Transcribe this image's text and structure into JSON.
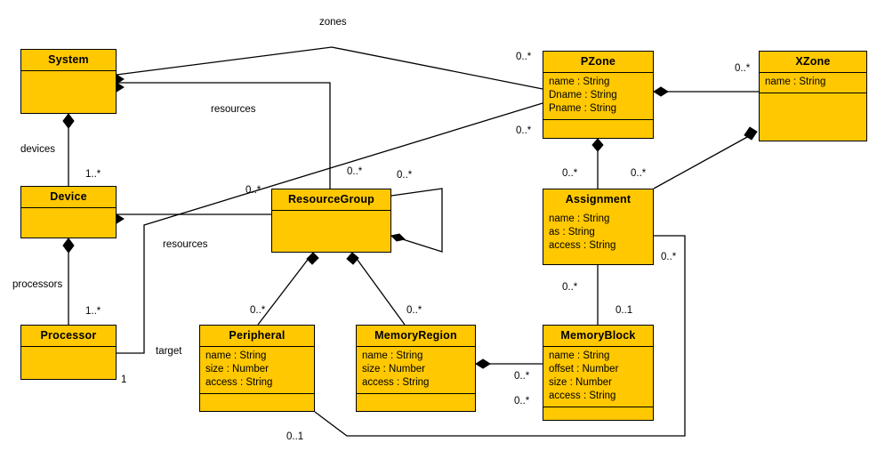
{
  "diagram": {
    "title": "UML class diagram",
    "colors": {
      "class_fill": "#FFC800",
      "line": "#000000",
      "text": "#000000",
      "background": "#FFFFFF"
    },
    "classes": [
      {
        "id": "system",
        "name": "System",
        "attributes": [],
        "operations": []
      },
      {
        "id": "device",
        "name": "Device",
        "attributes": [],
        "operations": []
      },
      {
        "id": "processor",
        "name": "Processor",
        "attributes": [],
        "operations": []
      },
      {
        "id": "resourcegroup",
        "name": "ResourceGroup",
        "attributes": [],
        "operations": []
      },
      {
        "id": "pzone",
        "name": "PZone",
        "attributes": [
          "name : String",
          "Dname : String",
          "Pname : String"
        ],
        "operations": []
      },
      {
        "id": "xzone",
        "name": "XZone",
        "attributes": [
          "name : String"
        ],
        "operations": []
      },
      {
        "id": "assignment",
        "name": "Assignment",
        "attributes": [
          "name : String",
          "as : String",
          "access : String"
        ],
        "operations": []
      },
      {
        "id": "peripheral",
        "name": "Peripheral",
        "attributes": [
          "name : String",
          "size : Number",
          "access : String"
        ],
        "operations": []
      },
      {
        "id": "memoryregion",
        "name": "MemoryRegion",
        "attributes": [
          "name : String",
          "size : Number",
          "access : String"
        ],
        "operations": []
      },
      {
        "id": "memoryblock",
        "name": "MemoryBlock",
        "attributes": [
          "name : String",
          "offset : Number",
          "size : Number",
          "access : String"
        ],
        "operations": []
      }
    ],
    "association_labels": [
      {
        "id": "zones",
        "text": "zones"
      },
      {
        "id": "resources-system",
        "text": "resources"
      },
      {
        "id": "devices",
        "text": "devices"
      },
      {
        "id": "processors",
        "text": "processors"
      },
      {
        "id": "resources-device",
        "text": "resources"
      },
      {
        "id": "target",
        "text": "target"
      }
    ],
    "multiplicities": [
      {
        "id": "mult-devices-device",
        "text": "1..*"
      },
      {
        "id": "mult-processors-processor",
        "text": "1..*"
      },
      {
        "id": "mult-processor-target",
        "text": "1"
      },
      {
        "id": "mult-rg-left",
        "text": "0..*"
      },
      {
        "id": "mult-rg-top",
        "text": "0..*"
      },
      {
        "id": "mult-rg-self",
        "text": "0..*"
      },
      {
        "id": "mult-pzone-top",
        "text": "0..*"
      },
      {
        "id": "mult-pzone-bottom",
        "text": "0..*"
      },
      {
        "id": "mult-xzone-left",
        "text": "0..*"
      },
      {
        "id": "mult-assignment-top-left",
        "text": "0..*"
      },
      {
        "id": "mult-assignment-top-right",
        "text": "0..*"
      },
      {
        "id": "mult-assignment-right",
        "text": "0..*"
      },
      {
        "id": "mult-assignment-bottom-left",
        "text": "0..*"
      },
      {
        "id": "mult-memoryblock-top",
        "text": "0..1"
      },
      {
        "id": "mult-peripheral-top",
        "text": "0..*"
      },
      {
        "id": "mult-memoryregion-top",
        "text": "0..*"
      },
      {
        "id": "mult-memoryblock-left",
        "text": "0..*"
      },
      {
        "id": "mult-memoryblock-bottom-left",
        "text": "0..*"
      },
      {
        "id": "mult-peripheral-bottom",
        "text": "0..1"
      }
    ]
  }
}
